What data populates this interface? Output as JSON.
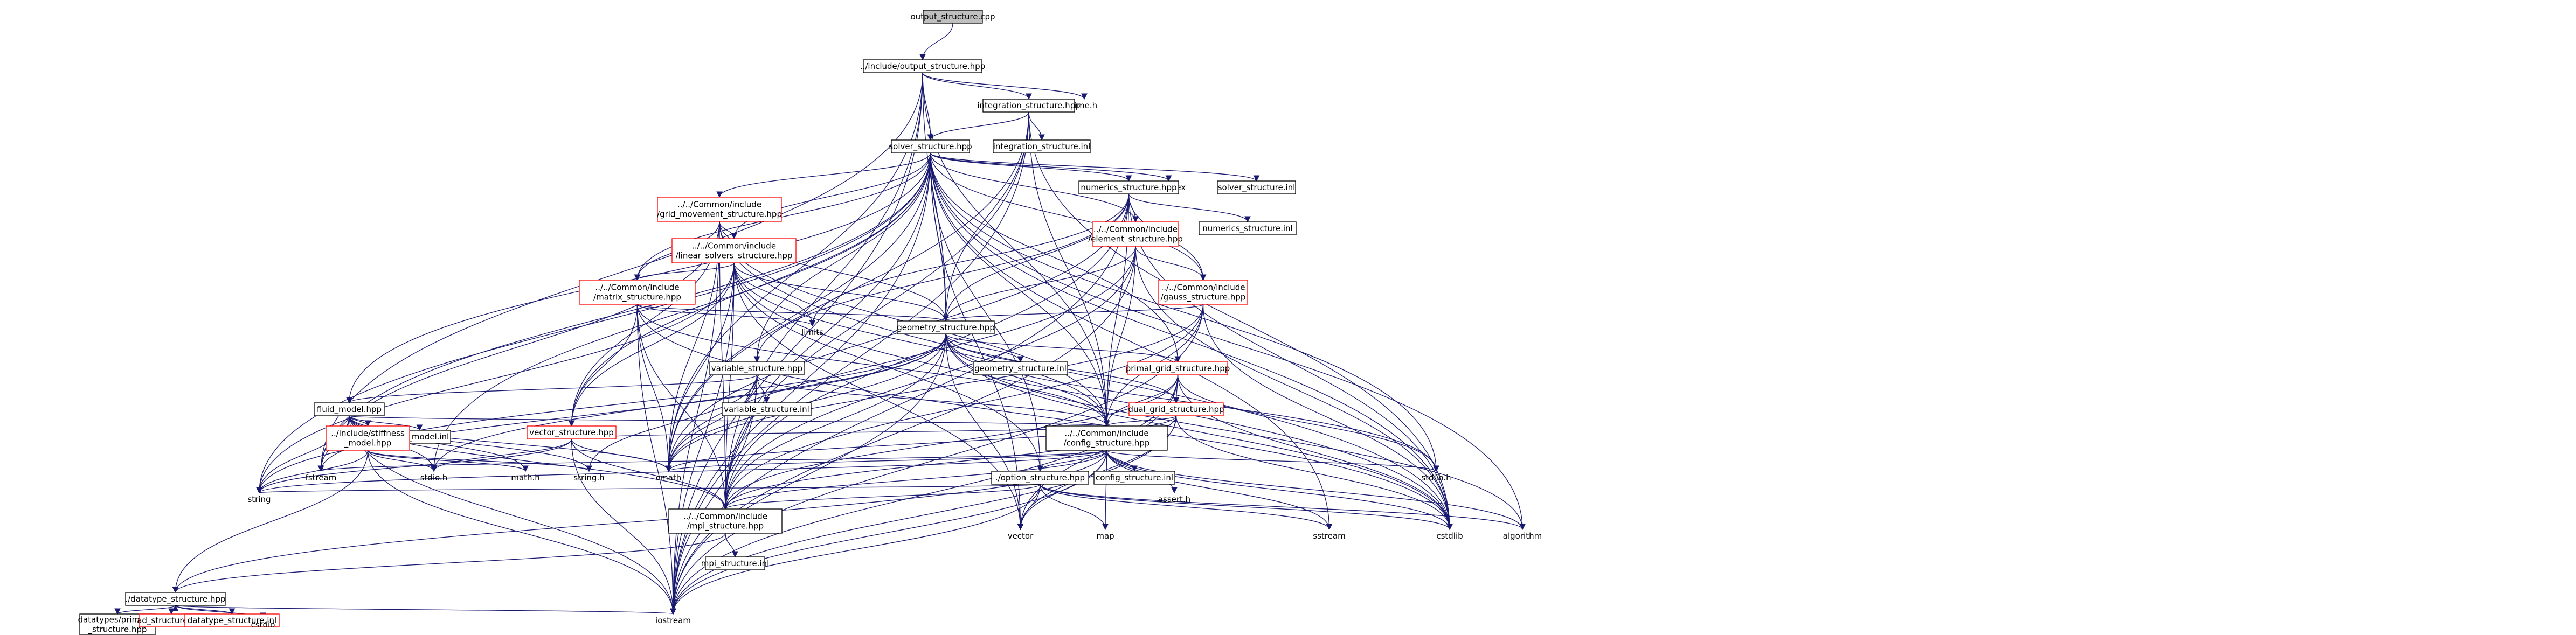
{
  "diagram": {
    "type": "include-dependency-graph",
    "colors": {
      "edge": "#191970",
      "node_border": "#000000",
      "truncated_border": "#ff0000",
      "root_fill": "#bfbfbf",
      "background": "#ffffff"
    },
    "nodes": [
      {
        "id": "root",
        "label": [
          "output_structure.cpp"
        ],
        "style": "root"
      },
      {
        "id": "ohpp",
        "label": [
          "../include/output_structure.hpp"
        ]
      },
      {
        "id": "timeh",
        "label": [
          "time.h"
        ],
        "style": "plain"
      },
      {
        "id": "integ",
        "label": [
          "integration_structure.hpp"
        ]
      },
      {
        "id": "integinl",
        "label": [
          "integration_structure.inl"
        ]
      },
      {
        "id": "solver",
        "label": [
          "solver_structure.hpp"
        ]
      },
      {
        "id": "complex",
        "label": [
          "complex"
        ],
        "style": "plain"
      },
      {
        "id": "solverinl",
        "label": [
          "solver_structure.inl"
        ]
      },
      {
        "id": "gridmov",
        "label": [
          "../../Common/include",
          "/grid_movement_structure.hpp"
        ],
        "style": "red"
      },
      {
        "id": "linsol",
        "label": [
          "../../Common/include",
          "/linear_solvers_structure.hpp"
        ],
        "style": "red"
      },
      {
        "id": "matrix",
        "label": [
          "../../Common/include",
          "/matrix_structure.hpp"
        ],
        "style": "red"
      },
      {
        "id": "numerics",
        "label": [
          "numerics_structure.hpp"
        ]
      },
      {
        "id": "numinl",
        "label": [
          "numerics_structure.inl"
        ]
      },
      {
        "id": "element",
        "label": [
          "../../Common/include",
          "/element_structure.hpp"
        ],
        "style": "red"
      },
      {
        "id": "gauss",
        "label": [
          "../../Common/include",
          "/gauss_structure.hpp"
        ],
        "style": "red"
      },
      {
        "id": "limits",
        "label": [
          "limits"
        ],
        "style": "plain"
      },
      {
        "id": "geometry",
        "label": [
          "geometry_structure.hpp"
        ]
      },
      {
        "id": "geominl",
        "label": [
          "geometry_structure.inl"
        ]
      },
      {
        "id": "variable",
        "label": [
          "variable_structure.hpp"
        ]
      },
      {
        "id": "varinl",
        "label": [
          "variable_structure.inl"
        ]
      },
      {
        "id": "fluid",
        "label": [
          "fluid_model.hpp"
        ]
      },
      {
        "id": "fluidinl",
        "label": [
          "fluid_model.inl"
        ]
      },
      {
        "id": "stiff",
        "label": [
          "../include/stiffness",
          "_model.hpp"
        ],
        "style": "red"
      },
      {
        "id": "vector",
        "label": [
          "vector_structure.hpp"
        ],
        "style": "red"
      },
      {
        "id": "primal",
        "label": [
          "primal_grid_structure.hpp"
        ],
        "style": "red"
      },
      {
        "id": "dual",
        "label": [
          "dual_grid_structure.hpp"
        ],
        "style": "red"
      },
      {
        "id": "config",
        "label": [
          "../../Common/include",
          "/config_structure.hpp"
        ]
      },
      {
        "id": "configinl",
        "label": [
          "config_structure.inl"
        ]
      },
      {
        "id": "option",
        "label": [
          "./option_structure.hpp"
        ]
      },
      {
        "id": "mpi",
        "label": [
          "../../Common/include",
          "/mpi_structure.hpp"
        ]
      },
      {
        "id": "mpiinl",
        "label": [
          "mpi_structure.inl"
        ]
      },
      {
        "id": "datatype",
        "label": [
          "./datatype_structure.hpp"
        ]
      },
      {
        "id": "primitive",
        "label": [
          "datatypes/primitive",
          "_structure.hpp"
        ]
      },
      {
        "id": "ad",
        "label": [
          "ad_structure.hpp"
        ],
        "style": "red"
      },
      {
        "id": "dtinl",
        "label": [
          "datatype_structure.inl"
        ],
        "style": "red"
      },
      {
        "id": "cstdio",
        "label": [
          "cstdio"
        ],
        "style": "plain"
      },
      {
        "id": "iostream",
        "label": [
          "iostream"
        ],
        "style": "plain"
      },
      {
        "id": "fstream",
        "label": [
          "fstream"
        ],
        "style": "plain"
      },
      {
        "id": "stdioh",
        "label": [
          "stdio.h"
        ],
        "style": "plain"
      },
      {
        "id": "mathh",
        "label": [
          "math.h"
        ],
        "style": "plain"
      },
      {
        "id": "stringh",
        "label": [
          "string.h"
        ],
        "style": "plain"
      },
      {
        "id": "cmath",
        "label": [
          "cmath"
        ],
        "style": "plain"
      },
      {
        "id": "string",
        "label": [
          "string"
        ],
        "style": "plain"
      },
      {
        "id": "asserth",
        "label": [
          "assert.h"
        ],
        "style": "plain"
      },
      {
        "id": "map",
        "label": [
          "map"
        ],
        "style": "plain"
      },
      {
        "id": "vectorh",
        "label": [
          "vector"
        ],
        "style": "plain"
      },
      {
        "id": "sstream",
        "label": [
          "sstream"
        ],
        "style": "plain"
      },
      {
        "id": "cstdlib",
        "label": [
          "cstdlib"
        ],
        "style": "plain"
      },
      {
        "id": "algorithm",
        "label": [
          "algorithm"
        ],
        "style": "plain"
      },
      {
        "id": "stdlibh",
        "label": [
          "stdlib.h"
        ],
        "style": "plain"
      }
    ],
    "edges": [
      [
        "root",
        "ohpp"
      ],
      [
        "ohpp",
        "timeh"
      ],
      [
        "ohpp",
        "integ"
      ],
      [
        "ohpp",
        "solver"
      ],
      [
        "ohpp",
        "geometry"
      ],
      [
        "ohpp",
        "config"
      ],
      [
        "ohpp",
        "mpi"
      ],
      [
        "ohpp",
        "fstream"
      ],
      [
        "ohpp",
        "cmath"
      ],
      [
        "ohpp",
        "iostream"
      ],
      [
        "integ",
        "integinl"
      ],
      [
        "integ",
        "solver"
      ],
      [
        "integ",
        "geometry"
      ],
      [
        "integ",
        "config"
      ],
      [
        "integ",
        "mpi"
      ],
      [
        "integ",
        "iostream"
      ],
      [
        "integ",
        "cstdlib"
      ],
      [
        "integ",
        "cmath"
      ],
      [
        "solver",
        "complex"
      ],
      [
        "solver",
        "solverinl"
      ],
      [
        "solver",
        "gridmov"
      ],
      [
        "solver",
        "linsol"
      ],
      [
        "solver",
        "matrix"
      ],
      [
        "solver",
        "numerics"
      ],
      [
        "solver",
        "element"
      ],
      [
        "solver",
        "gauss"
      ],
      [
        "solver",
        "geometry"
      ],
      [
        "solver",
        "variable"
      ],
      [
        "solver",
        "fluid"
      ],
      [
        "solver",
        "vector"
      ],
      [
        "solver",
        "config"
      ],
      [
        "solver",
        "mpi"
      ],
      [
        "solver",
        "iostream"
      ],
      [
        "solver",
        "cmath"
      ],
      [
        "solver",
        "cstdlib"
      ],
      [
        "solver",
        "stdioh"
      ],
      [
        "solver",
        "fstream"
      ],
      [
        "solver",
        "string"
      ],
      [
        "solver",
        "stdlibh"
      ],
      [
        "solver",
        "sstream"
      ],
      [
        "solver",
        "vectorh"
      ],
      [
        "solver",
        "algorithm"
      ],
      [
        "solver",
        "option"
      ],
      [
        "solver",
        "primal"
      ],
      [
        "gridmov",
        "linsol"
      ],
      [
        "gridmov",
        "matrix"
      ],
      [
        "gridmov",
        "vector"
      ],
      [
        "gridmov",
        "geometry"
      ],
      [
        "gridmov",
        "config"
      ],
      [
        "gridmov",
        "mpi"
      ],
      [
        "gridmov",
        "iostream"
      ],
      [
        "gridmov",
        "cmath"
      ],
      [
        "gridmov",
        "fstream"
      ],
      [
        "gridmov",
        "cstdlib"
      ],
      [
        "linsol",
        "matrix"
      ],
      [
        "linsol",
        "vector"
      ],
      [
        "linsol",
        "geometry"
      ],
      [
        "linsol",
        "config"
      ],
      [
        "linsol",
        "mpi"
      ],
      [
        "linsol",
        "option"
      ],
      [
        "linsol",
        "limits"
      ],
      [
        "linsol",
        "iostream"
      ],
      [
        "linsol",
        "cmath"
      ],
      [
        "linsol",
        "string"
      ],
      [
        "linsol",
        "vectorh"
      ],
      [
        "linsol",
        "cstdlib"
      ],
      [
        "matrix",
        "vector"
      ],
      [
        "matrix",
        "geometry"
      ],
      [
        "matrix",
        "config"
      ],
      [
        "matrix",
        "mpi"
      ],
      [
        "matrix",
        "limits"
      ],
      [
        "matrix",
        "iostream"
      ],
      [
        "matrix",
        "cmath"
      ],
      [
        "matrix",
        "cstdlib"
      ],
      [
        "numerics",
        "numinl"
      ],
      [
        "numerics",
        "element"
      ],
      [
        "numerics",
        "gauss"
      ],
      [
        "numerics",
        "geometry"
      ],
      [
        "numerics",
        "config"
      ],
      [
        "numerics",
        "mpi"
      ],
      [
        "numerics",
        "limits"
      ],
      [
        "numerics",
        "iostream"
      ],
      [
        "numerics",
        "cmath"
      ],
      [
        "numerics",
        "cstdlib"
      ],
      [
        "numerics",
        "variable"
      ],
      [
        "element",
        "gauss"
      ],
      [
        "element",
        "geometry"
      ],
      [
        "element",
        "config"
      ],
      [
        "element",
        "mpi"
      ],
      [
        "element",
        "iostream"
      ],
      [
        "element",
        "cmath"
      ],
      [
        "element",
        "cstdlib"
      ],
      [
        "gauss",
        "geometry"
      ],
      [
        "gauss",
        "config"
      ],
      [
        "gauss",
        "mpi"
      ],
      [
        "gauss",
        "iostream"
      ],
      [
        "gauss",
        "cmath"
      ],
      [
        "gauss",
        "cstdlib"
      ],
      [
        "geometry",
        "geominl"
      ],
      [
        "geometry",
        "primal"
      ],
      [
        "geometry",
        "dual"
      ],
      [
        "geometry",
        "config"
      ],
      [
        "geometry",
        "mpi"
      ],
      [
        "geometry",
        "iostream"
      ],
      [
        "geometry",
        "fstream"
      ],
      [
        "geometry",
        "string"
      ],
      [
        "geometry",
        "cmath"
      ],
      [
        "geometry",
        "stdioh"
      ],
      [
        "geometry",
        "stdlibh"
      ],
      [
        "geometry",
        "cstdlib"
      ],
      [
        "geometry",
        "algorithm"
      ],
      [
        "geometry",
        "vectorh"
      ],
      [
        "variable",
        "varinl"
      ],
      [
        "variable",
        "fluid"
      ],
      [
        "variable",
        "config"
      ],
      [
        "variable",
        "mpi"
      ],
      [
        "variable",
        "iostream"
      ],
      [
        "variable",
        "cmath"
      ],
      [
        "variable",
        "stringh"
      ],
      [
        "fluid",
        "fluidinl"
      ],
      [
        "fluid",
        "stiff"
      ],
      [
        "fluid",
        "config"
      ],
      [
        "fluid",
        "mpi"
      ],
      [
        "fluid",
        "iostream"
      ],
      [
        "fluid",
        "cmath"
      ],
      [
        "fluid",
        "stdioh"
      ],
      [
        "fluid",
        "mathh"
      ],
      [
        "fluid",
        "stringh"
      ],
      [
        "fluid",
        "string"
      ],
      [
        "fluid",
        "fstream"
      ],
      [
        "stiff",
        "mathh"
      ],
      [
        "stiff",
        "stringh"
      ],
      [
        "stiff",
        "string"
      ],
      [
        "stiff",
        "stdioh"
      ],
      [
        "stiff",
        "iostream"
      ],
      [
        "stiff",
        "datatype"
      ],
      [
        "vector",
        "config"
      ],
      [
        "vector",
        "mpi"
      ],
      [
        "vector",
        "iostream"
      ],
      [
        "vector",
        "cmath"
      ],
      [
        "vector",
        "string"
      ],
      [
        "vector",
        "stdioh"
      ],
      [
        "primal",
        "dual"
      ],
      [
        "primal",
        "config"
      ],
      [
        "primal",
        "mpi"
      ],
      [
        "primal",
        "iostream"
      ],
      [
        "primal",
        "cstdlib"
      ],
      [
        "primal",
        "vectorh"
      ],
      [
        "primal",
        "stdlibh"
      ],
      [
        "dual",
        "config"
      ],
      [
        "dual",
        "mpi"
      ],
      [
        "dual",
        "iostream"
      ],
      [
        "dual",
        "cstdlib"
      ],
      [
        "dual",
        "vectorh"
      ],
      [
        "dual",
        "cmath"
      ],
      [
        "config",
        "configinl"
      ],
      [
        "config",
        "option"
      ],
      [
        "config",
        "mpi"
      ],
      [
        "config",
        "datatype"
      ],
      [
        "config",
        "iostream"
      ],
      [
        "config",
        "cstdlib"
      ],
      [
        "config",
        "fstream"
      ],
      [
        "config",
        "sstream"
      ],
      [
        "config",
        "string"
      ],
      [
        "config",
        "vectorh"
      ],
      [
        "config",
        "stdlibh"
      ],
      [
        "config",
        "cmath"
      ],
      [
        "config",
        "map"
      ],
      [
        "config",
        "asserth"
      ],
      [
        "config",
        "algorithm"
      ],
      [
        "option",
        "mpi"
      ],
      [
        "option",
        "map"
      ],
      [
        "option",
        "iostream"
      ],
      [
        "option",
        "sstream"
      ],
      [
        "option",
        "string"
      ],
      [
        "option",
        "vectorh"
      ],
      [
        "option",
        "cstdlib"
      ],
      [
        "option",
        "algorithm"
      ],
      [
        "mpi",
        "mpiinl"
      ],
      [
        "mpi",
        "datatype"
      ],
      [
        "datatype",
        "primitive"
      ],
      [
        "datatype",
        "ad"
      ],
      [
        "datatype",
        "dtinl"
      ],
      [
        "datatype",
        "cstdio"
      ],
      [
        "datatype",
        "iostream"
      ],
      [
        "ad",
        "datatype"
      ]
    ]
  }
}
